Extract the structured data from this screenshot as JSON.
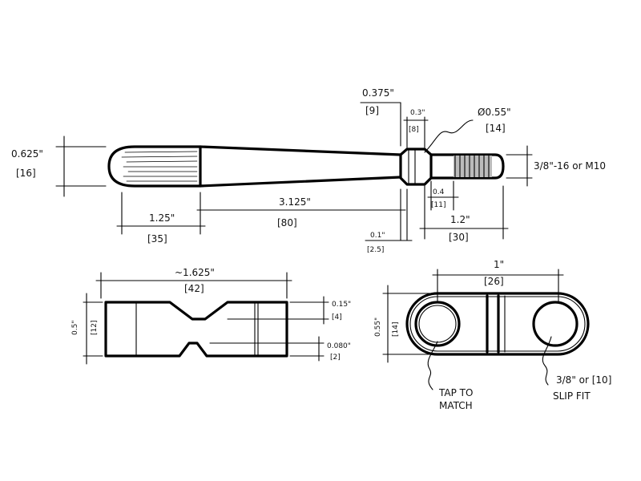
{
  "handle_view": {
    "dim_dia_in": "0.625\"",
    "dim_dia_mm": "[16]",
    "dim_grip_in": "1.25\"",
    "dim_grip_mm": "[35]",
    "dim_taper_in": "3.125\"",
    "dim_taper_mm": "[80]",
    "dim_collar_in": "0.375\"",
    "dim_collar_mm": "[9]",
    "dim_neck_in": "0.3\"",
    "dim_neck_mm": "[8]",
    "dim_collar_dia_in": "Ø0.55\"",
    "dim_collar_dia_mm": "[14]",
    "thread_callout": "3/8\"-16 or M10",
    "dim_thread_start_in": "0.4",
    "dim_thread_start_mm": "[11]",
    "dim_thread_len_in": "1.2\"",
    "dim_thread_len_mm": "[30]",
    "dim_gap_in": "0.1\"",
    "dim_gap_mm": "[2.5]"
  },
  "side_view": {
    "dim_length_in": "~1.625\"",
    "dim_length_mm": "[42]",
    "dim_height_in": "0.5\"",
    "dim_height_mm": "[12]",
    "dim_notch_top_in": "0.15\"",
    "dim_notch_top_mm": "[4]",
    "dim_notch_bot_in": "0.080\"",
    "dim_notch_bot_mm": "[2]"
  },
  "top_view": {
    "dim_center_in": "1\"",
    "dim_center_mm": "[26]",
    "dim_width_in": "0.55\"",
    "dim_width_mm": "[14]",
    "note_left_line1": "TAP TO",
    "note_left_line2": "MATCH",
    "note_right_line1": "3/8\" or [10]",
    "note_right_line2": "SLIP FIT"
  }
}
